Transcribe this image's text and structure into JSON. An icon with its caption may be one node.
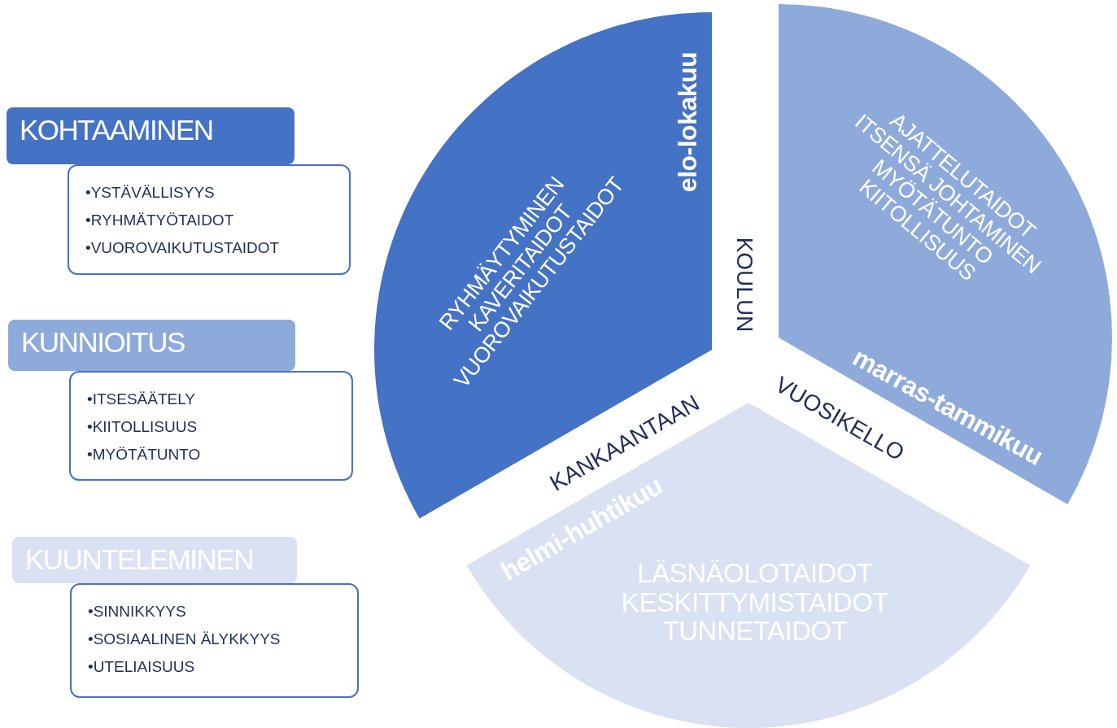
{
  "diagram": {
    "nodes": [
      {
        "text": [
          "KOHTAAMINEN"
        ]
      },
      {
        "text": [
          "•YSTÄVÄLLISYYS",
          "•RYHMÄTYÖTAIDOT",
          "•VUOROVAIKUTUSTAIDOT"
        ]
      },
      {
        "text": [
          "KUNNIOITUS"
        ]
      },
      {
        "text": [
          "•ITSESÄÄTELY",
          "•KIITOLLISUUS",
          "•MYÖTÄTUNTO"
        ]
      },
      {
        "text": [
          "KUUNTELEMINEN"
        ]
      },
      {
        "text": [
          "•SINNIKKYYS",
          "•SOSIAALINEN ÄLYKKYYS",
          "•UTELIAISUUS"
        ]
      },
      {
        "text": [
          "elo-lokakuu",
          "RYHMÄYTYMINEN",
          "KAVERITAIDOT",
          "VUOROVAIKUTUSTAIDOT"
        ]
      },
      {
        "text": [
          "AJATTELUTAIDOT",
          "ITSENSÄ JOHTAMINEN",
          "MYÖTÄTUNTO",
          "KIITOLLISUUS",
          "marras-tammikuu"
        ]
      },
      {
        "text": [
          "helmi-huhtikuu",
          "LÄSNÄOLOTAIDOT",
          "KESKITTYMISTAIDOT",
          "TUNNETAIDOT"
        ]
      }
    ],
    "labels": [
      "KOULUN",
      "KANKAANTAAN",
      "VUOSIKELLO"
    ]
  }
}
